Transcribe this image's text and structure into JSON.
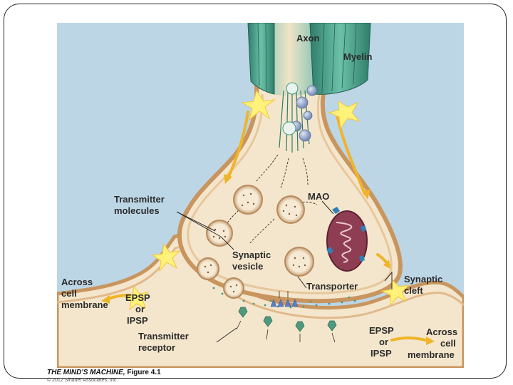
{
  "labels": {
    "axon": "Axon",
    "myelin": "Myelin",
    "transmitter_molecules_1": "Transmitter",
    "transmitter_molecules_2": "molecules",
    "mao": "MAO",
    "synaptic_vesicle_1": "Synaptic",
    "synaptic_vesicle_2": "vesicle",
    "synaptic_cleft_1": "Synaptic",
    "synaptic_cleft_2": "cleft",
    "transporter": "Transporter",
    "across_left_1": "Across",
    "across_left_2": "cell",
    "across_left_3": "membrane",
    "epsp_left_1": "EPSP",
    "epsp_left_2": "or",
    "epsp_left_3": "IPSP",
    "transmitter_receptor_1": "Transmitter",
    "transmitter_receptor_2": "receptor",
    "epsp_right_1": "EPSP",
    "epsp_right_2": "or",
    "epsp_right_3": "IPSP",
    "across_right_1": "Across",
    "across_right_2": "cell",
    "across_right_3": "membrane"
  },
  "caption": {
    "book": "THE MIND'S MACHINE,",
    "figure": "Figure 4.1",
    "copyright": "© 2012 Sinauer Associates, Inc."
  },
  "colors": {
    "background": "#bcd6e6",
    "cytoplasm": "#f4e6cc",
    "membrane": "#c9955f",
    "myelin": "#3f9a85",
    "mitochondrion": "#8e3d52",
    "spark": "#fff27a",
    "arrow": "#f0b429",
    "transporter": "#5b7fc7",
    "mao_enzyme": "#2f7fb8"
  }
}
